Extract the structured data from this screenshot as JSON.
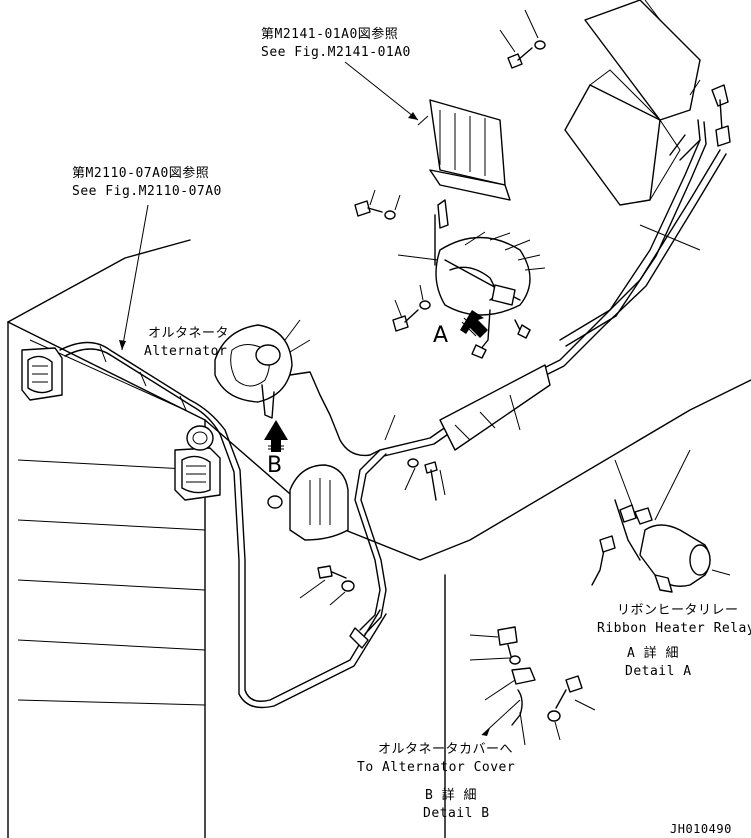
{
  "labels": {
    "ref_m2141_jp": "第M2141-01A0図参照",
    "ref_m2141_en": "See Fig.M2141-01A0",
    "ref_m2110_jp": "第M2110-07A0図参照",
    "ref_m2110_en": "See Fig.M2110-07A0",
    "alternator_jp": "オルタネータ",
    "alternator_en": "Alternator",
    "view_a": "A",
    "view_b": "B",
    "ribbon_relay_jp": "リボンヒータリレー",
    "ribbon_relay_en": "Ribbon Heater Relay",
    "detail_a_jp": "A 詳 細",
    "detail_a_en": "Detail A",
    "alt_cover_jp": "オルタネータカバーへ",
    "alt_cover_en": "To Alternator Cover",
    "detail_b_jp": "B 詳 細",
    "detail_b_en": "Detail B",
    "drawing_number": "JH010490"
  }
}
